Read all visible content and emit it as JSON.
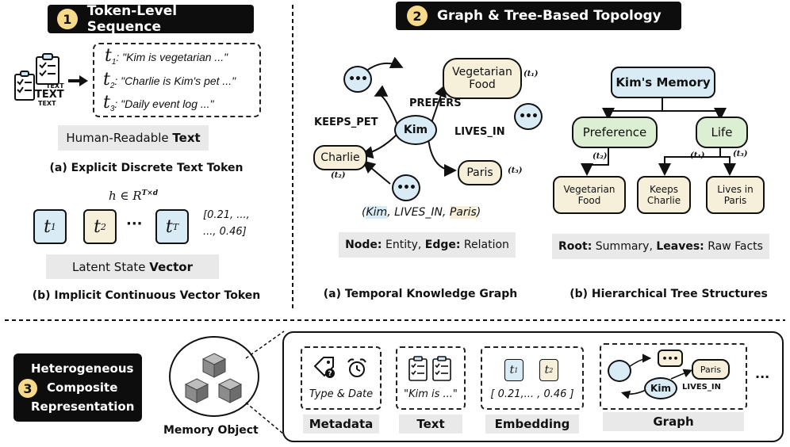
{
  "section1": {
    "number": "1",
    "title": "Token-Level Sequence",
    "icon_text_big": "TEXT",
    "icon_text_small": "TEXT",
    "sequence": [
      {
        "t": "t",
        "sub": "1",
        "text": ": \"Kim is vegetarian ...\""
      },
      {
        "t": "t",
        "sub": "2",
        "text": ": \"Charlie is Kim's pet ...\""
      },
      {
        "t": "t",
        "sub": "3",
        "text": ": \"Daily event log ...\""
      }
    ],
    "text_box_prefix": "Human-Readable ",
    "text_box_bold": "Text",
    "caption_a": "(a) Explicit Discrete Text Token",
    "formula_h": "h ∈ R",
    "formula_sup": "T×d",
    "tokens": [
      "t1",
      "t2",
      "tT"
    ],
    "tokens_sub": [
      "1",
      "2",
      "T"
    ],
    "ellipsis": "···",
    "vector_values_1": "[0.21, ...,",
    "vector_values_2": "..., 0.46]",
    "vector_box_prefix": "Latent State ",
    "vector_box_bold": "Vector",
    "caption_b": "(b) Implicit Continuous Vector Token"
  },
  "section2": {
    "number": "2",
    "title": "Graph & Tree-Based Topology",
    "graph": {
      "kim": "Kim",
      "vegetarian": "Vegetarian Food",
      "charlie": "Charlie",
      "paris": "Paris",
      "prefers": "PREFERS",
      "keeps_pet": "KEEPS_PET",
      "lives_in": "LIVES_IN",
      "t1": "(t₁)",
      "t2": "(t₂)",
      "t3": "(t₃)",
      "triple_open": "(",
      "triple_kim": "Kim",
      "triple_mid": ", LIVES_IN, ",
      "triple_paris": "Paris",
      "triple_close": ")",
      "legend_node_bold": "Node:",
      "legend_node": " Entity, ",
      "legend_edge_bold": "Edge:",
      "legend_edge": " Relation",
      "caption": "(a) Temporal Knowledge Graph"
    },
    "tree": {
      "root": "Kim's Memory",
      "preference": "Preference",
      "life": "Life",
      "leaf1": "Vegetarian Food",
      "leaf2": "Keeps Charlie",
      "leaf3": "Lives in Paris",
      "t2": "(t₂)",
      "t1": "(t₁)",
      "t3": "(t₃)",
      "legend_root_bold": "Root:",
      "legend_root": " Summary, ",
      "legend_leaves_bold": "Leaves:",
      "legend_leaves": " Raw Facts",
      "caption": "(b) Hierarchical Tree Structures"
    }
  },
  "section3": {
    "number": "3",
    "title_line1": "Heterogeneous",
    "title_line2": "Composite",
    "title_line3": "Representation",
    "memory_object": "Memory Object",
    "metadata_text": "Type & Date",
    "metadata_label": "Metadata",
    "text_text": "\"Kim is ...\"",
    "text_label": "Text",
    "embedding_text": "[ 0.21,... , 0.46 ]",
    "embedding_tokens": [
      "t",
      "t"
    ],
    "embedding_subs": [
      "1",
      "2"
    ],
    "embedding_label": "Embedding",
    "graph_label": "Graph",
    "graph_kim": "Kim",
    "graph_paris": "Paris",
    "graph_lives_in": "LIVES_IN",
    "more": "..."
  },
  "colors": {
    "blue": "#d9ecf5",
    "beige": "#f6efd9",
    "green": "#dcefd2",
    "dark": "#0d0d0d",
    "yellow": "#f7d98a",
    "gray": "#e9e9e9"
  }
}
